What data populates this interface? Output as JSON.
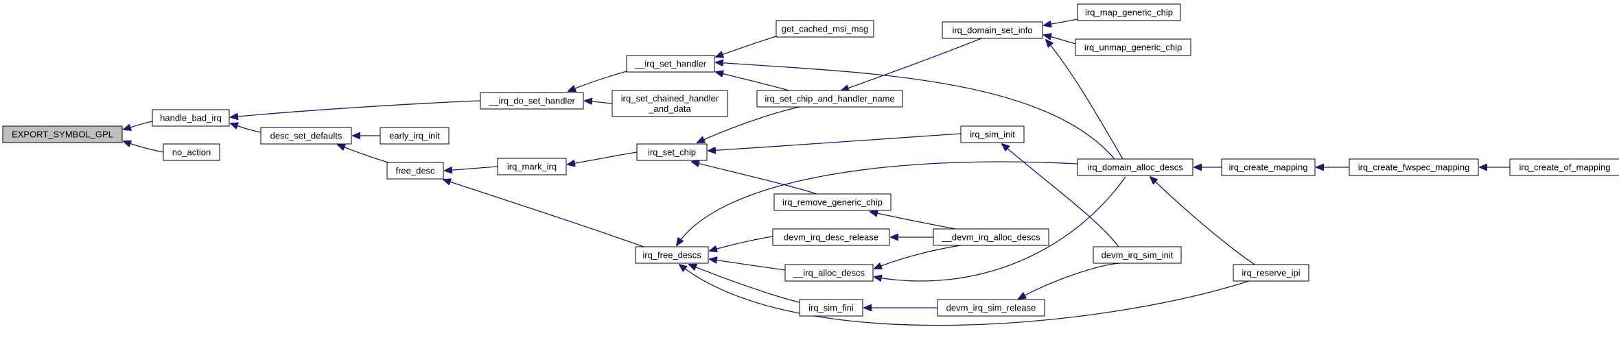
{
  "graph": {
    "colors": {
      "edge": "#191970",
      "root_fill": "#bfbfbf",
      "node_fill": "#ffffff",
      "border": "#000000"
    },
    "nodes": {
      "export_symbol_gpl": {
        "lines": [
          "EXPORT_SYMBOL_GPL"
        ],
        "root": true
      },
      "handle_bad_irq": {
        "lines": [
          "handle_bad_irq"
        ]
      },
      "no_action": {
        "lines": [
          "no_action"
        ]
      },
      "desc_set_defaults": {
        "lines": [
          "desc_set_defaults"
        ]
      },
      "irq_do_set_handler": {
        "lines": [
          "__irq_do_set_handler"
        ]
      },
      "early_irq_init": {
        "lines": [
          "early_irq_init"
        ]
      },
      "free_desc": {
        "lines": [
          "free_desc"
        ]
      },
      "irq_set_handler": {
        "lines": [
          "__irq_set_handler"
        ]
      },
      "irq_set_chained_handler_and_data": {
        "lines": [
          "irq_set_chained_handler",
          "_and_data"
        ]
      },
      "irq_mark_irq": {
        "lines": [
          "irq_mark_irq"
        ]
      },
      "get_cached_msi_msg": {
        "lines": [
          "get_cached_msi_msg"
        ]
      },
      "irq_set_chip_and_handler_name": {
        "lines": [
          "irq_set_chip_and_handler_name"
        ]
      },
      "irq_set_chip": {
        "lines": [
          "irq_set_chip"
        ]
      },
      "irq_free_descs": {
        "lines": [
          "irq_free_descs"
        ]
      },
      "irq_domain_set_info": {
        "lines": [
          "irq_domain_set_info"
        ]
      },
      "irq_sim_init": {
        "lines": [
          "irq_sim_init"
        ]
      },
      "irq_remove_generic_chip": {
        "lines": [
          "irq_remove_generic_chip"
        ]
      },
      "devm_irq_desc_release": {
        "lines": [
          "devm_irq_desc_release"
        ]
      },
      "irq_alloc_descs": {
        "lines": [
          "__irq_alloc_descs"
        ]
      },
      "irq_sim_fini": {
        "lines": [
          "irq_sim_fini"
        ]
      },
      "irq_map_generic_chip": {
        "lines": [
          "irq_map_generic_chip"
        ]
      },
      "irq_unmap_generic_chip": {
        "lines": [
          "irq_unmap_generic_chip"
        ]
      },
      "irq_domain_alloc_descs": {
        "lines": [
          "irq_domain_alloc_descs"
        ]
      },
      "devm_irq_alloc_descs": {
        "lines": [
          "__devm_irq_alloc_descs"
        ]
      },
      "devm_irq_sim_init": {
        "lines": [
          "devm_irq_sim_init"
        ]
      },
      "devm_irq_sim_release": {
        "lines": [
          "devm_irq_sim_release"
        ]
      },
      "irq_create_mapping": {
        "lines": [
          "irq_create_mapping"
        ]
      },
      "irq_reserve_ipi": {
        "lines": [
          "irq_reserve_ipi"
        ]
      },
      "irq_create_fwspec_mapping": {
        "lines": [
          "irq_create_fwspec_mapping"
        ]
      },
      "irq_create_of_mapping": {
        "lines": [
          "irq_create_of_mapping"
        ]
      }
    },
    "edges": [
      [
        "export_symbol_gpl",
        "handle_bad_irq"
      ],
      [
        "export_symbol_gpl",
        "no_action"
      ],
      [
        "handle_bad_irq",
        "desc_set_defaults"
      ],
      [
        "handle_bad_irq",
        "irq_do_set_handler"
      ],
      [
        "desc_set_defaults",
        "early_irq_init"
      ],
      [
        "desc_set_defaults",
        "free_desc"
      ],
      [
        "irq_do_set_handler",
        "irq_set_handler"
      ],
      [
        "irq_do_set_handler",
        "irq_set_chained_handler_and_data"
      ],
      [
        "free_desc",
        "irq_mark_irq"
      ],
      [
        "free_desc",
        "irq_free_descs"
      ],
      [
        "irq_set_handler",
        "get_cached_msi_msg"
      ],
      [
        "irq_set_handler",
        "irq_set_chip_and_handler_name"
      ],
      [
        "irq_set_handler",
        "irq_domain_alloc_descs"
      ],
      [
        "irq_mark_irq",
        "irq_set_chip"
      ],
      [
        "irq_set_chip",
        "irq_set_chip_and_handler_name"
      ],
      [
        "irq_set_chip",
        "irq_sim_init"
      ],
      [
        "irq_set_chip",
        "irq_remove_generic_chip"
      ],
      [
        "irq_set_chip_and_handler_name",
        "irq_domain_set_info"
      ],
      [
        "irq_domain_set_info",
        "irq_map_generic_chip"
      ],
      [
        "irq_domain_set_info",
        "irq_unmap_generic_chip"
      ],
      [
        "irq_domain_set_info",
        "irq_domain_alloc_descs"
      ],
      [
        "irq_free_descs",
        "irq_domain_alloc_descs"
      ],
      [
        "irq_free_descs",
        "devm_irq_desc_release"
      ],
      [
        "irq_free_descs",
        "irq_alloc_descs"
      ],
      [
        "irq_free_descs",
        "irq_sim_fini"
      ],
      [
        "irq_free_descs",
        "irq_reserve_ipi"
      ],
      [
        "irq_sim_init",
        "devm_irq_sim_init"
      ],
      [
        "irq_remove_generic_chip",
        "devm_irq_alloc_descs"
      ],
      [
        "devm_irq_desc_release",
        "devm_irq_alloc_descs"
      ],
      [
        "irq_alloc_descs",
        "devm_irq_alloc_descs"
      ],
      [
        "irq_alloc_descs",
        "irq_domain_alloc_descs"
      ],
      [
        "irq_sim_fini",
        "devm_irq_sim_release"
      ],
      [
        "devm_irq_sim_release",
        "devm_irq_sim_init"
      ],
      [
        "irq_domain_alloc_descs",
        "irq_create_mapping"
      ],
      [
        "irq_domain_alloc_descs",
        "irq_reserve_ipi"
      ],
      [
        "irq_create_mapping",
        "irq_create_fwspec_mapping"
      ],
      [
        "irq_create_fwspec_mapping",
        "irq_create_of_mapping"
      ]
    ]
  }
}
